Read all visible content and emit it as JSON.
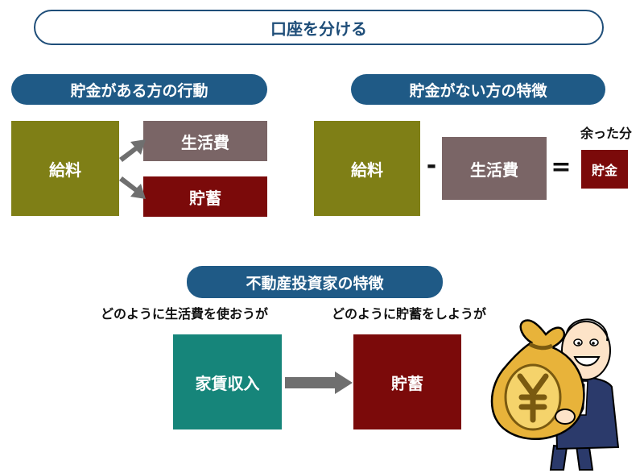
{
  "title": "口座を分ける",
  "left_section": {
    "header": "貯金がある方の行動",
    "source": "給料",
    "targets": [
      "生活費",
      "貯蓄"
    ]
  },
  "right_section": {
    "header": "貯金がない方の特徴",
    "source": "給料",
    "minus": "-",
    "middle": "生活費",
    "equals": "=",
    "remainder_label": "余った分",
    "result": "貯金"
  },
  "bottom_section": {
    "header": "不動産投資家の特徴",
    "caption_left": "どのように生活費を使おうが",
    "caption_right": "どのように貯蓄をしようが",
    "source": "家賃収入",
    "target": "貯蓄"
  },
  "colors": {
    "navy": "#1f5a86",
    "olive": "#7f7f16",
    "mauve": "#7a6566",
    "maroon": "#7b0a0a",
    "teal": "#16857a",
    "arrow": "#6f6f6f"
  },
  "illustration": "man-holding-yen-money-bag"
}
